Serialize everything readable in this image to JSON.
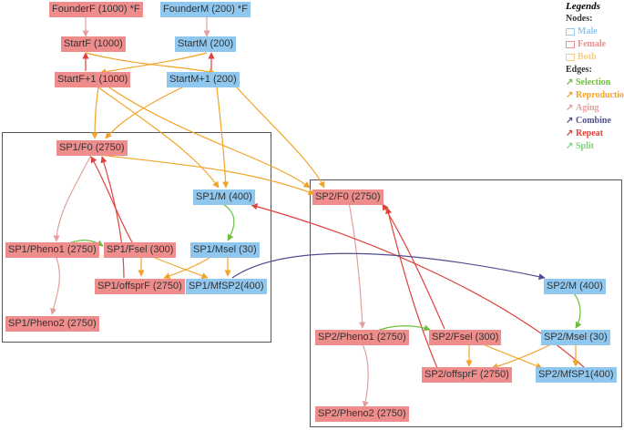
{
  "nodes": {
    "founderF": "FounderF (1000) *F",
    "founderM": "FounderM (200) *F",
    "startF": "StartF (1000)",
    "startM": "StartM (200)",
    "startF1": "StartF+1 (1000)",
    "startM1": "StartM+1 (200)",
    "sp1_f0": "SP1/F0 (2750)",
    "sp1_m": "SP1/M (400)",
    "sp1_pheno1": "SP1/Pheno1 (2750)",
    "sp1_fsel": "SP1/Fsel (300)",
    "sp1_msel": "SP1/Msel (30)",
    "sp1_offsprf": "SP1/offsprF (2750)",
    "sp1_mfsp2": "SP1/MfSP2(400)",
    "sp1_pheno2": "SP1/Pheno2 (2750)",
    "sp2_f0": "SP2/F0 (2750)",
    "sp2_m": "SP2/M (400)",
    "sp2_pheno1": "SP2/Pheno1 (2750)",
    "sp2_fsel": "SP2/Fsel (300)",
    "sp2_msel": "SP2/Msel (30)",
    "sp2_offsprf": "SP2/offsprF (2750)",
    "sp2_mfsp1": "SP2/MfSP1(400)",
    "sp2_pheno2": "SP2/Pheno2 (2750)"
  },
  "legend": {
    "title": "Legends",
    "nodes_heading": "Nodes:",
    "node_types": [
      {
        "label": "Male",
        "color": "#8fc7ef"
      },
      {
        "label": "Female",
        "color": "#ef8c8c"
      },
      {
        "label": "Both",
        "color": "#f5cd82"
      }
    ],
    "edges_heading": "Edges:",
    "edge_types": [
      {
        "label": "Selection",
        "color": "#6cbf3c"
      },
      {
        "label": "Reproduction",
        "color": "#f2a428"
      },
      {
        "label": "Aging",
        "color": "#e3a09c"
      },
      {
        "label": "Combine",
        "color": "#4f4f8f"
      },
      {
        "label": "Repeat",
        "color": "#e0413a"
      },
      {
        "label": "Split",
        "color": "#7fd17f"
      }
    ]
  },
  "colors": {
    "male": "#8fc7ef",
    "female": "#ef8c8c",
    "selection": "#6cbf3c",
    "reproduction": "#f2a428",
    "aging": "#e3a09c",
    "combine": "#4f4f8f",
    "repeat": "#e0413a"
  }
}
